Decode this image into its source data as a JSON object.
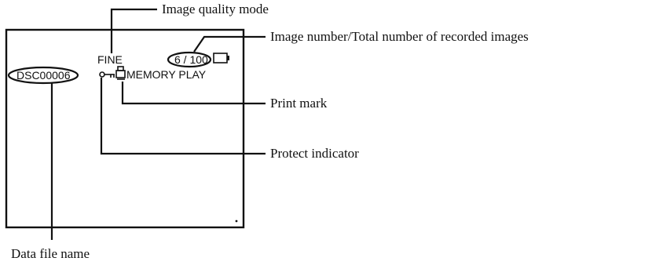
{
  "screen": {
    "quality_mode": "FINE",
    "image_counter": "6 / 100",
    "file_name": "DSC00006",
    "mode_text": "MEMORY PLAY"
  },
  "callouts": {
    "image_quality_mode": "Image quality mode",
    "image_number_total": "Image number/Total number of recorded images",
    "print_mark": "Print mark",
    "protect_indicator": "Protect indicator",
    "data_file_name": "Data file name"
  },
  "icons": {
    "protect": "key-icon",
    "print": "print-mark-icon",
    "battery": "battery-icon"
  }
}
